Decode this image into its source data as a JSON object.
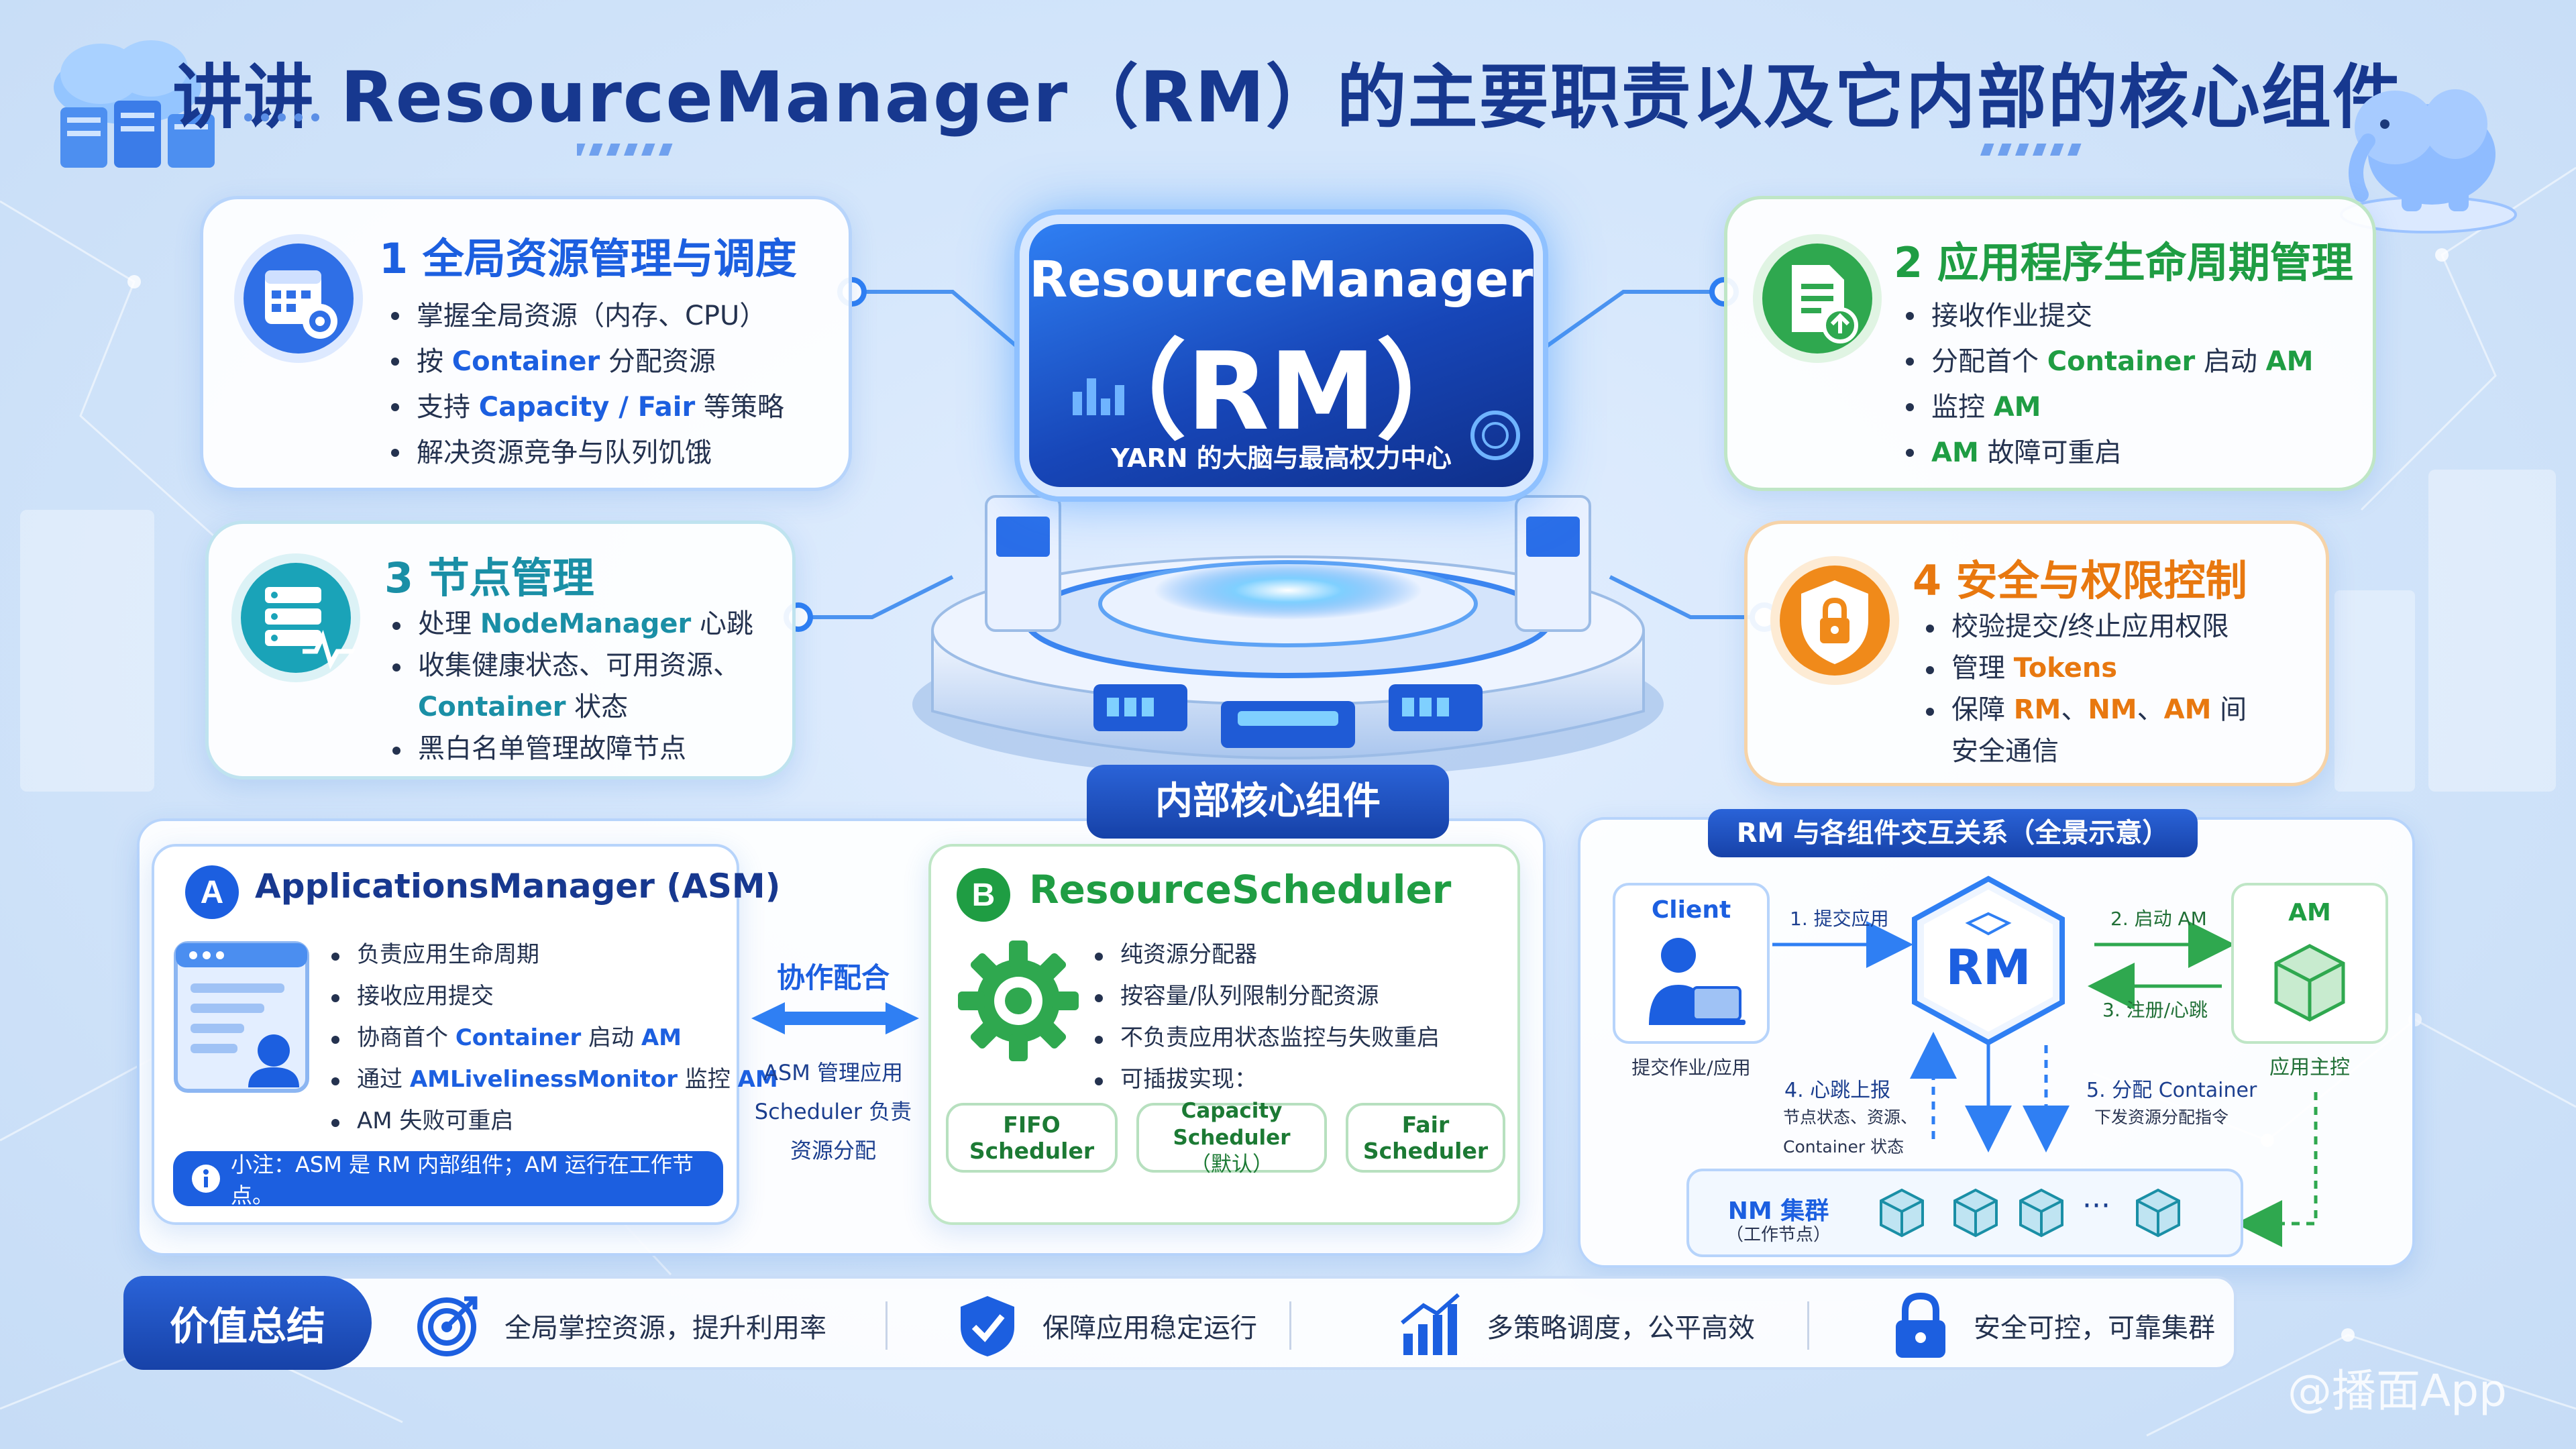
{
  "title": "讲讲 ResourceManager（RM）的主要职责以及它内部的核心组件",
  "colors": {
    "primary": "#1c5fe0",
    "green": "#1f9d43",
    "orange": "#e8780f",
    "teal": "#1aa3b8",
    "navy": "#17388f"
  },
  "center": {
    "name": "ResourceManager",
    "abbr": "（RM）",
    "subtitle": "YARN 的大脑与最高权力中心"
  },
  "card1": {
    "num": "1",
    "title": "全局资源管理与调度",
    "icon": "calendar-gear-icon",
    "b1": "掌握全局资源（内存、CPU）",
    "b2_pre": "按 ",
    "b2_hl": "Container",
    "b2_post": " 分配资源",
    "b3_pre": "支持 ",
    "b3_hl": "Capacity / Fair",
    "b3_post": " 等策略",
    "b4": "解决资源竞争与队列饥饿"
  },
  "card2": {
    "num": "2",
    "title": "应用程序生命周期管理",
    "icon": "document-upload-icon",
    "b1": "接收作业提交",
    "b2_pre": "分配首个 ",
    "b2_hl": "Container",
    "b2_mid": " 启动 ",
    "b2_hl2": "AM",
    "b3_pre": "监控 ",
    "b3_hl": "AM",
    "b4_hl": "AM",
    "b4_post": " 故障可重启"
  },
  "card3": {
    "num": "3",
    "title": "节点管理",
    "icon": "server-heartbeat-icon",
    "b1_pre": "处理 ",
    "b1_hl": "NodeManager",
    "b1_post": " 心跳",
    "b2": "收集健康状态、可用资源、",
    "b2_hl": "Container",
    "b2_post": " 状态",
    "b3": "黑白名单管理故障节点"
  },
  "card4": {
    "num": "4",
    "title": "安全与权限控制",
    "icon": "shield-lock-icon",
    "b1": "校验提交/终止应用权限",
    "b2_pre": "管理 ",
    "b2_hl": "Tokens",
    "b3_pre": "保障 ",
    "b3_hl1": "RM",
    "b3_sep1": "、",
    "b3_hl2": "NM",
    "b3_sep2": "、",
    "b3_hl3": "AM",
    "b3_post": " 间",
    "b3_cont": "安全通信"
  },
  "internal": {
    "heading": "内部核心组件",
    "asm": {
      "letter": "A",
      "title": "ApplicationsManager (ASM)",
      "b1": "负责应用生命周期",
      "b2": "接收应用提交",
      "b3_pre": "协商首个 ",
      "b3_hl": "Container",
      "b3_mid": " 启动 ",
      "b3_hl2": "AM",
      "b4_pre": "通过 ",
      "b4_hl": "AMLivelinessMonitor",
      "b4_mid": " 监控 ",
      "b4_hl2": "AM",
      "b5": "AM 失败可重启",
      "note": "小注：ASM 是 RM 内部组件；AM 运行在工作节点。"
    },
    "coop": {
      "label": "协作配合",
      "line1": "ASM 管理应用",
      "line2": "Scheduler 负责",
      "line3": "资源分配"
    },
    "rs": {
      "letter": "B",
      "title": "ResourceScheduler",
      "b1": "纯资源分配器",
      "b2": "按容量/队列限制分配资源",
      "b3": "不负责应用状态监控与失败重启",
      "b4": "可插拔实现：",
      "s1": "FIFO Scheduler",
      "s2": "Capacity Scheduler",
      "s2_sub": "（默认）",
      "s3": "Fair Scheduler"
    }
  },
  "interaction": {
    "heading": "RM 与各组件交互关系（全景示意）",
    "client": "Client",
    "client_sub": "提交作业/应用",
    "rm": "RM",
    "am": "AM",
    "am_sub": "应用主控",
    "f1": "1. 提交应用",
    "f2": "2. 启动 AM",
    "f3": "3. 注册/心跳",
    "f4": "4. 心跳上报",
    "f4_d1": "节点状态、资源、",
    "f4_d2": "Container 状态",
    "f5": "5. 分配 Container",
    "f5_d": "下发资源分配指令",
    "nm": "NM 集群",
    "nm_sub": "（工作节点）",
    "ellipsis": "···"
  },
  "value": {
    "heading": "价值总结",
    "v1": "全局掌控资源，提升利用率",
    "v2": "保障应用稳定运行",
    "v3": "多策略调度，公平高效",
    "v4": "安全可控，可靠集群"
  },
  "watermark": "@播面App"
}
